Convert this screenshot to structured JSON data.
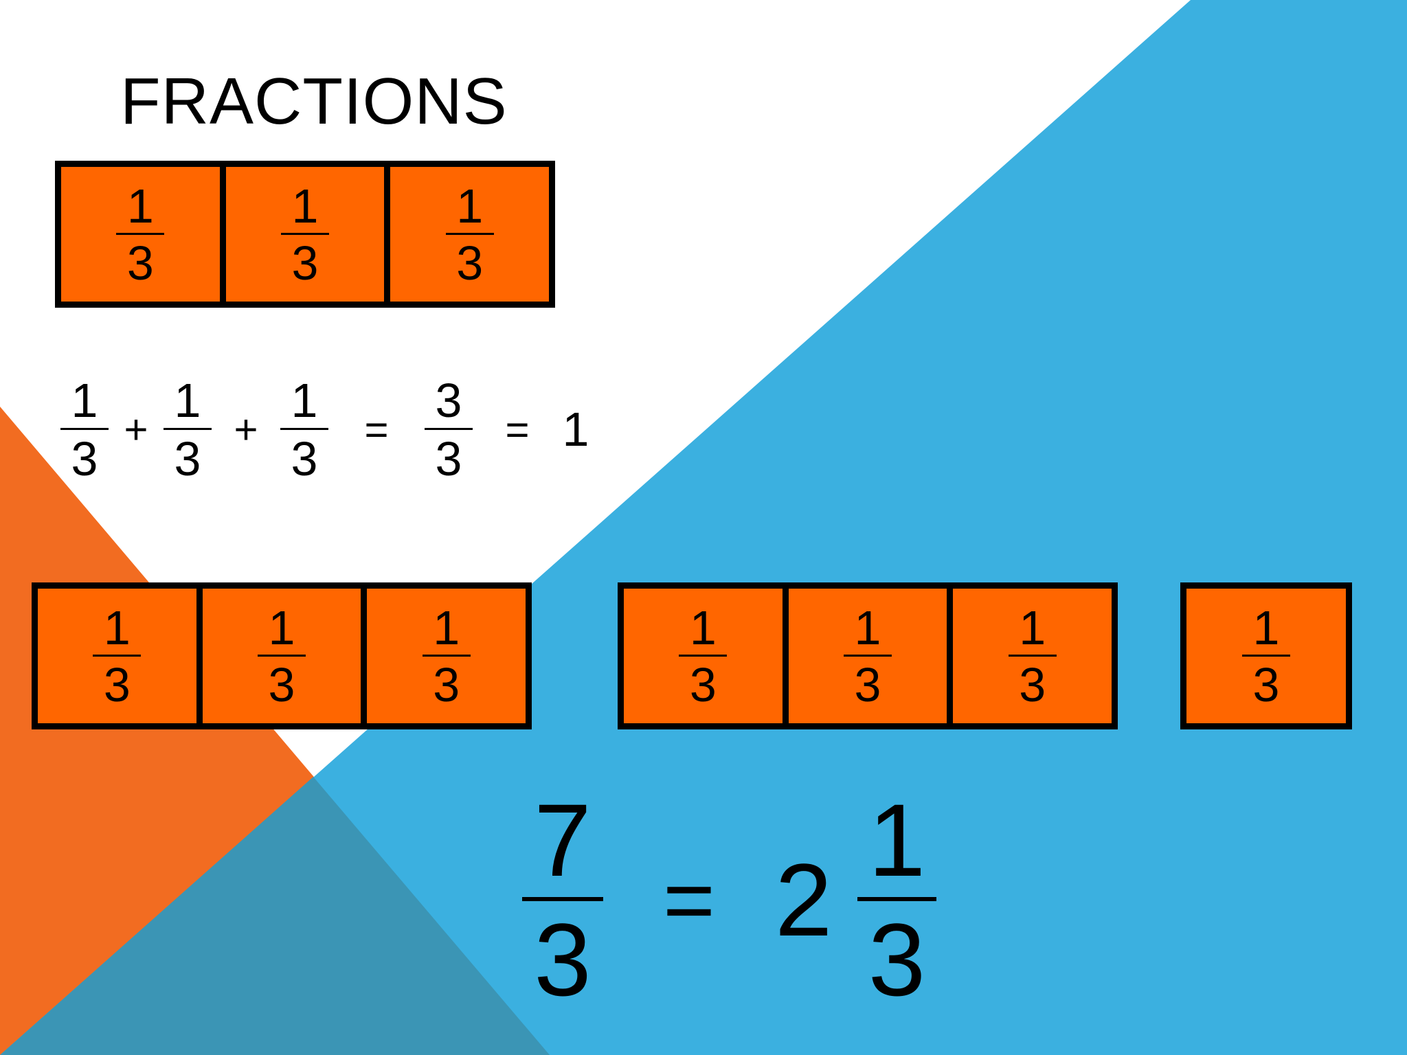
{
  "slide": {
    "title": "FRACTIONS",
    "colors": {
      "orange": "#ff6600",
      "blue": "#3bb0e0",
      "dark_blue": "#3b95b5",
      "accent_orange": "#f26c21"
    },
    "fraction_unit": {
      "numerator": "1",
      "denominator": "3"
    },
    "top_strip": {
      "cells": 3
    },
    "equation": {
      "terms": [
        {
          "type": "fraction",
          "numerator": "1",
          "denominator": "3"
        },
        {
          "type": "operator",
          "value": "+"
        },
        {
          "type": "fraction",
          "numerator": "1",
          "denominator": "3"
        },
        {
          "type": "operator",
          "value": "+"
        },
        {
          "type": "fraction",
          "numerator": "1",
          "denominator": "3"
        },
        {
          "type": "operator",
          "value": "="
        },
        {
          "type": "fraction",
          "numerator": "3",
          "denominator": "3"
        },
        {
          "type": "operator",
          "value": "="
        },
        {
          "type": "number",
          "value": "1"
        }
      ]
    },
    "bottom_strips": [
      {
        "cells": 3
      },
      {
        "cells": 3
      },
      {
        "cells": 1
      }
    ],
    "result": {
      "improper": {
        "numerator": "7",
        "denominator": "3"
      },
      "equals": "=",
      "whole": "2",
      "proper": {
        "numerator": "1",
        "denominator": "3"
      }
    }
  }
}
